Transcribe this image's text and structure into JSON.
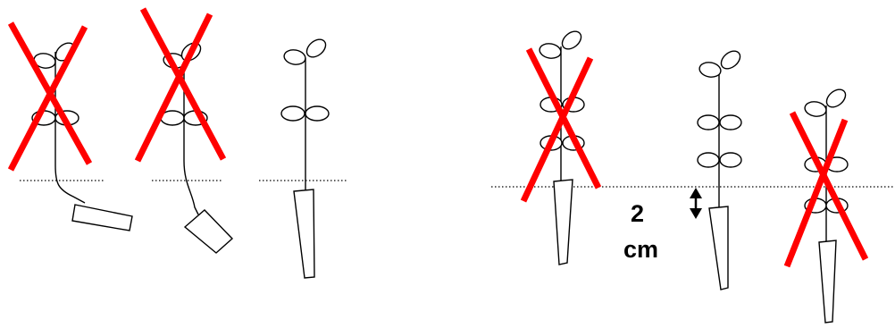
{
  "distance_label": {
    "value": "2",
    "unit": "cm"
  },
  "colors": {
    "cross": "#ff0000",
    "line": "#000000",
    "background": "#ffffff"
  },
  "panels": [
    {
      "name": "left-panel",
      "seedlings": [
        {
          "name": "seedling-bent-stem",
          "crossed": true
        },
        {
          "name": "seedling-tilted-tube",
          "crossed": true
        },
        {
          "name": "seedling-correct-left",
          "crossed": false
        }
      ]
    },
    {
      "name": "right-panel",
      "seedlings": [
        {
          "name": "seedling-too-shallow",
          "crossed": true
        },
        {
          "name": "seedling-correct-depth",
          "crossed": false
        },
        {
          "name": "seedling-too-deep",
          "crossed": true
        }
      ]
    }
  ]
}
